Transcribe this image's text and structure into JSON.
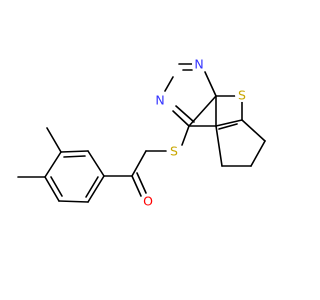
{
  "colors": {
    "background": "#ffffff",
    "bond": "#000000",
    "nitrogen": "#3333ff",
    "sulfur": "#c8a600",
    "oxygen": "#ff0000"
  },
  "atoms": {
    "n1": {
      "label": "N",
      "element": "nitrogen"
    },
    "n2": {
      "label": "N",
      "element": "nitrogen"
    },
    "s_ring": {
      "label": "S",
      "element": "sulfur"
    },
    "s_link": {
      "label": "S",
      "element": "sulfur"
    },
    "o_carbonyl": {
      "label": "O",
      "element": "oxygen"
    }
  }
}
